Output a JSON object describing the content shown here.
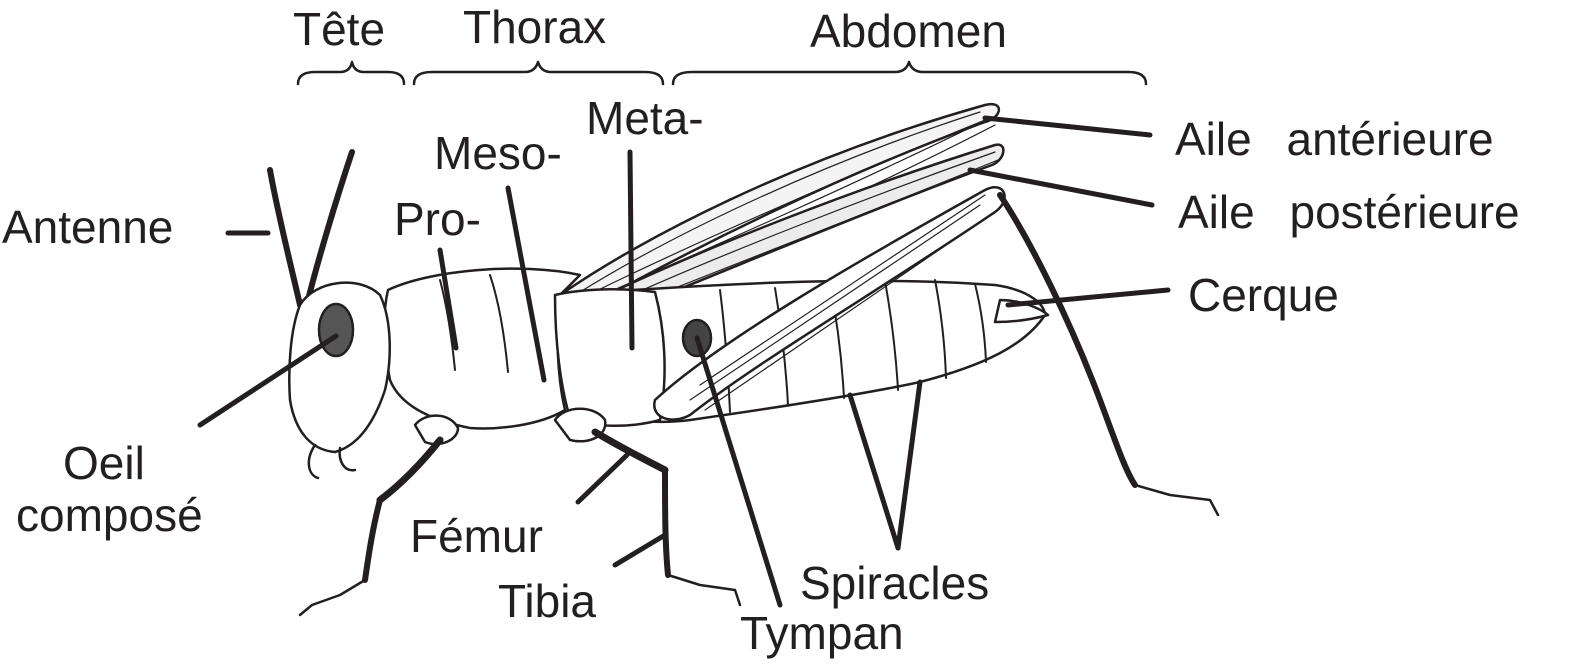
{
  "colors": {
    "ink": "#231f20",
    "fill": "#ffffff",
    "shade": "#e9e9e9"
  },
  "labels": {
    "head": "Tête",
    "thorax": "Thorax",
    "abdomen": "Abdomen",
    "antenna": "Antenne",
    "pro": "Pro-",
    "meso": "Meso-",
    "meta": "Meta-",
    "forewing": "Aile antérieure",
    "hindwing": "Aile postérieure",
    "cercus": "Cerque",
    "eye_line1": "Oeil",
    "eye_line2": "composé",
    "femur": "Fémur",
    "tibia": "Tibia",
    "spiracles": "Spiracles",
    "tympanum": "Tympan"
  }
}
